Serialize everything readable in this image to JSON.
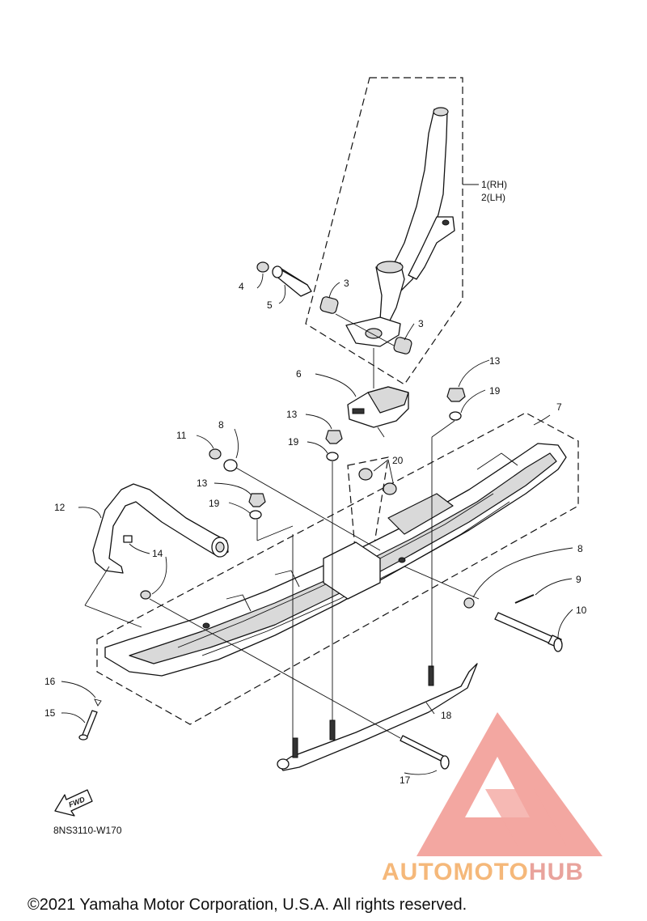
{
  "callouts": [
    {
      "id": "c1",
      "label": "1(RH)"
    },
    {
      "id": "c2",
      "label": "2(LH)"
    },
    {
      "id": "c3a",
      "label": "3"
    },
    {
      "id": "c3b",
      "label": "3"
    },
    {
      "id": "c4",
      "label": "4"
    },
    {
      "id": "c5",
      "label": "5"
    },
    {
      "id": "c6",
      "label": "6"
    },
    {
      "id": "c7",
      "label": "7"
    },
    {
      "id": "c8a",
      "label": "8"
    },
    {
      "id": "c8b",
      "label": "8"
    },
    {
      "id": "c9",
      "label": "9"
    },
    {
      "id": "c10",
      "label": "10"
    },
    {
      "id": "c11",
      "label": "11"
    },
    {
      "id": "c12",
      "label": "12"
    },
    {
      "id": "c13a",
      "label": "13"
    },
    {
      "id": "c13b",
      "label": "13"
    },
    {
      "id": "c13c",
      "label": "13"
    },
    {
      "id": "c14",
      "label": "14"
    },
    {
      "id": "c15",
      "label": "15"
    },
    {
      "id": "c16",
      "label": "16"
    },
    {
      "id": "c17",
      "label": "17"
    },
    {
      "id": "c18",
      "label": "18"
    },
    {
      "id": "c19a",
      "label": "19"
    },
    {
      "id": "c19b",
      "label": "19"
    },
    {
      "id": "c19c",
      "label": "19"
    },
    {
      "id": "c20",
      "label": "20"
    }
  ],
  "fwd_label": "FWD",
  "diagram_code": "8NS3110-W170",
  "watermark": {
    "part1": "AUTOMOTO",
    "part2": "HUB",
    "color1": "#f5b87a",
    "color2": "#e9a39c",
    "logo_color": "#f08a82"
  },
  "copyright": "©2021 Yamaha Motor Corporation, U.S.A. All rights reserved."
}
